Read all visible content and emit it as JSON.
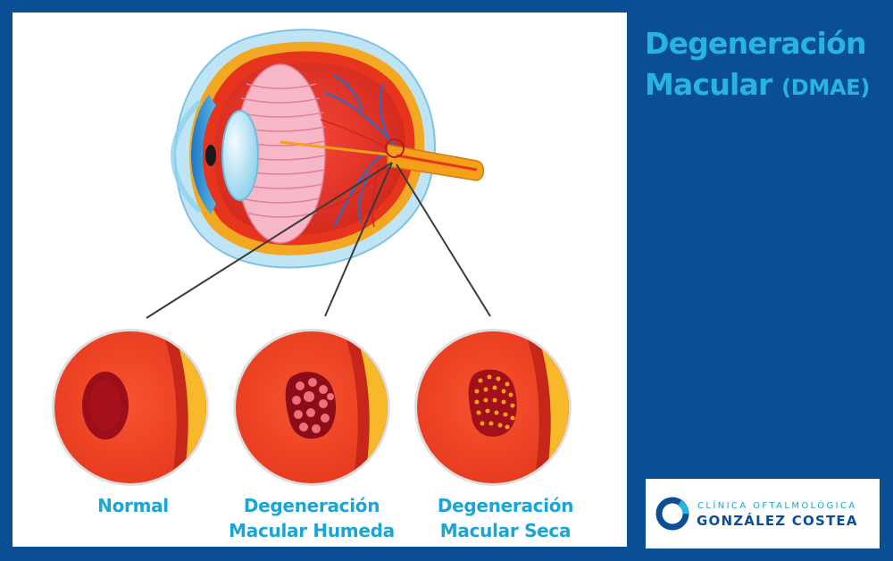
{
  "title": {
    "line1": "Degeneración",
    "line2": "Macular",
    "abbr": "(DMAE)"
  },
  "captions": [
    {
      "line1": "Normal",
      "line2": ""
    },
    {
      "line1": "Degeneración",
      "line2": "Macular Humeda"
    },
    {
      "line1": "Degeneración",
      "line2": "Macular Seca"
    }
  ],
  "logo": {
    "subtitle": "CLÍNICA OFTALMOLÓGICA",
    "name": "GONZÁLEZ COSTEA"
  },
  "colors": {
    "brand_blue": "#0a4f96",
    "accent_cyan": "#27b4e3",
    "retina_red": "#e8361c",
    "sclera_yellow": "#f7b829"
  }
}
